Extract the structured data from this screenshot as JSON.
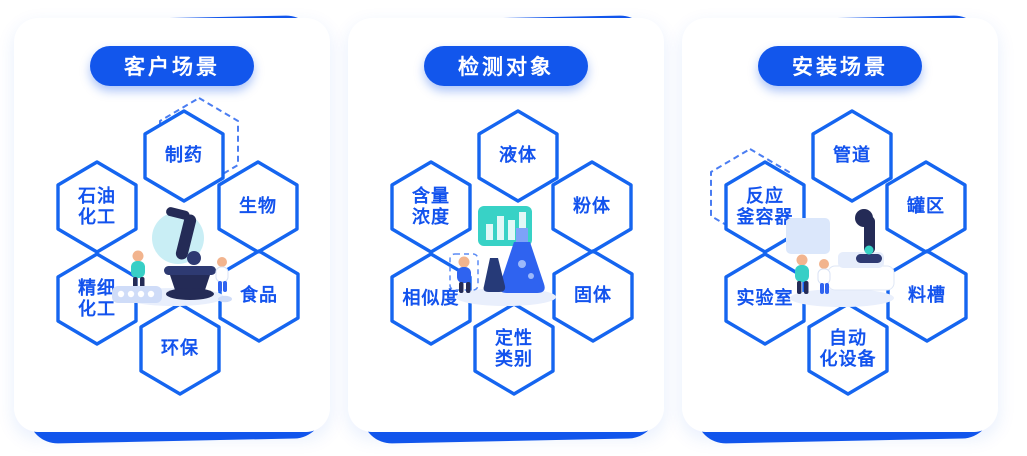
{
  "page": {
    "background": "#ffffff",
    "accent_blue": "#1256ec",
    "hex_border_color": "#1565f0",
    "hex_text_color": "#1353ee",
    "title_text_color": "#ffffff"
  },
  "panels": [
    {
      "title": "客户场景",
      "illustration": "microscope-lab-illustration",
      "hexagons": [
        {
          "label": "制药"
        },
        {
          "label": "石油\n化工"
        },
        {
          "label": "生物"
        },
        {
          "label": "精细\n化工"
        },
        {
          "label": "食品"
        },
        {
          "label": "环保"
        }
      ]
    },
    {
      "title": "检测对象",
      "illustration": "flask-analysis-illustration",
      "hexagons": [
        {
          "label": "液体"
        },
        {
          "label": "含量\n浓度"
        },
        {
          "label": "粉体"
        },
        {
          "label": "相似度"
        },
        {
          "label": "固体"
        },
        {
          "label": "定性\n类别"
        }
      ]
    },
    {
      "title": "安装场景",
      "illustration": "equipment-installation-illustration",
      "hexagons": [
        {
          "label": "管道"
        },
        {
          "label": "反应\n釜容器"
        },
        {
          "label": "罐区"
        },
        {
          "label": "实验室"
        },
        {
          "label": "料槽"
        },
        {
          "label": "自动\n化设备"
        }
      ]
    }
  ]
}
